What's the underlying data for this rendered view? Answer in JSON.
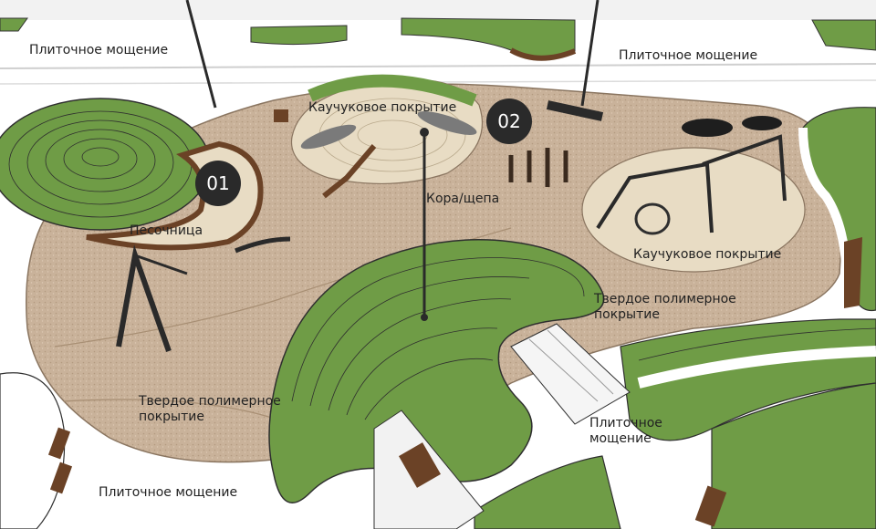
{
  "labels": {
    "tile_top_left": "Плиточное мощение",
    "tile_top_right": "Плиточное мощение",
    "rubber_top": "Каучуковое покрытие",
    "rubber_right": "Каучуковое покрытие",
    "sandbox": "Песочница",
    "bark": "Кора/щепа",
    "polymer_right": "Твердое полимерное\nпокрытие",
    "polymer_left": "Твердое полимерное\nпокрытие",
    "tile_center": "Плиточное\nмощение",
    "tile_bottom": "Плиточное мощение"
  },
  "markers": {
    "zone_1": "01",
    "zone_2": "02"
  },
  "colors": {
    "lawn": "#6f9c46",
    "lawn_dark": "#4f7a30",
    "gravel": "#c9b29a",
    "rubber": "#e8dcc4",
    "paving": "#ffffff",
    "marker": "#2a2a2a",
    "wood": "#6b4226"
  }
}
